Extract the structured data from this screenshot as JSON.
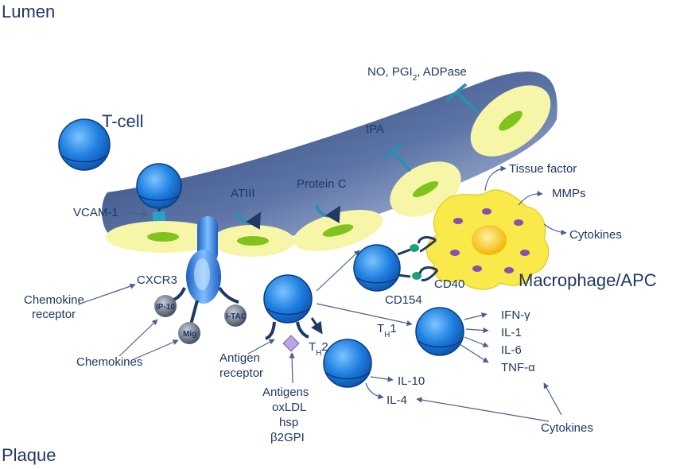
{
  "regions": {
    "lumen": "Lumen",
    "plaque": "Plaque"
  },
  "cells": {
    "tcell": "T-cell",
    "vcam": "VCAM-1",
    "macrophage": "Macrophage/APC",
    "th1": "T",
    "th1_sub": "H",
    "th1_num": "1",
    "th2": "T",
    "th2_sub": "H",
    "th2_num": "2"
  },
  "endothelium": {
    "no_pgi": "NO, PGI",
    "no_pgi_sub": "2",
    "no_pgi_tail": ", ADPase",
    "tpa": "tPA",
    "atiii": "ATIII",
    "protein_c": "Protein C"
  },
  "receptors": {
    "cxcr3": "CXCR3",
    "chemokine_receptor_1": "Chemokine",
    "chemokine_receptor_2": "receptor",
    "chemokines": "Chemokines",
    "ip10": "IP-10",
    "mig": "Mig",
    "itac": "I-TAC",
    "antigen_receptor_1": "Antigen",
    "antigen_receptor_2": "receptor",
    "cd154": "CD154",
    "cd40": "CD40"
  },
  "antigens": {
    "title": "Antigens",
    "items": [
      "oxLDL",
      "hsp",
      "β2GPI"
    ]
  },
  "macrophage_outputs": [
    "Tissue factor",
    "MMPs",
    "Cytokines"
  ],
  "th1_outputs": [
    "IFN-γ",
    "IL-1",
    "IL-6",
    "TNF-α"
  ],
  "th2_outputs": [
    "IL-10",
    "IL-4"
  ],
  "cytokines_label": "Cytokines",
  "colors": {
    "text": "#1f3864",
    "cell_blue": "#1f7fe0",
    "endothelial_yellow": "#f6f5a8",
    "nucleus_green": "#7fc31c",
    "macrophage_yellow": "#f9e94a",
    "arrow": "#4a5f8a",
    "teal": "#2a8fb0"
  }
}
